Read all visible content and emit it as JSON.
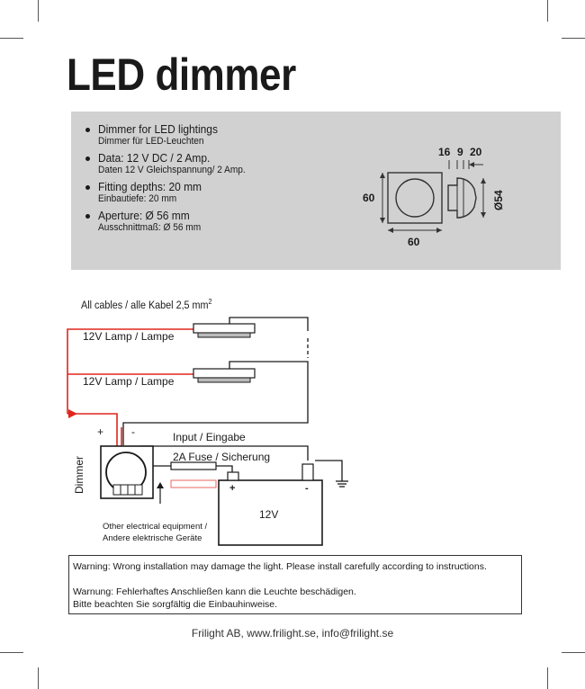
{
  "title": "LED dimmer",
  "specs": [
    {
      "en": "Dimmer for LED lightings",
      "de": "Dimmer für LED-Leuchten"
    },
    {
      "en": "Data:  12 V DC / 2 Amp.",
      "de": "Daten 12 V Gleichspannung/ 2 Amp."
    },
    {
      "en": "Fitting depths: 20 mm",
      "de": "Einbautiefe: 20 mm"
    },
    {
      "en": "Aperture: Ø 56 mm",
      "de": "Ausschnittmaß: Ø 56 mm"
    }
  ],
  "dimensions": {
    "height": "60",
    "width": "60",
    "depth_1": "16",
    "depth_2": "9",
    "depth_3": "20",
    "diameter": "Ø54"
  },
  "wiring": {
    "cables": "All cables / alle Kabel  2,5 mm",
    "cables_sup": "2",
    "lamp1": "12V Lamp / Lampe",
    "lamp2": "12V Lamp / Lampe",
    "input": "Input / Eingabe",
    "fuse": "2A Fuse / Sicherung",
    "battery": "12V",
    "plus": "+",
    "minus": "-",
    "dimmer": "Dimmer",
    "other_1": "Other electrical equipment /",
    "other_2": "Andere elektrische Geräte"
  },
  "warnings": {
    "en": "Warning:  Wrong installation may damage the light. Please install carefully according to instructions.",
    "de1": "Warnung:  Fehlerhaftes Anschließen kann die Leuchte beschädigen.",
    "de2": "Bitte beachten Sie sorgfältig die Einbauhinweise."
  },
  "footer": "Frilight AB, www.frilight.se, info@frilight.se",
  "colors": {
    "spec_box": "#d1d1d1",
    "red_wire": "#e0261c",
    "text": "#1a1a1a"
  }
}
